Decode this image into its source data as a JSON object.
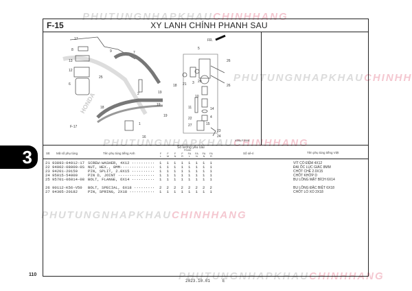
{
  "watermark": {
    "part1": "PHUTUNGNHAPKHAU",
    "part2": "CHINHHANG"
  },
  "header": {
    "figure": "F-15",
    "title": "XY LANH CHÍNH PHANH SAU"
  },
  "section_tab": "3",
  "diagram": {
    "front_label": "FR.",
    "ref_label": "F-17",
    "drawing_code": "X3SLF1500",
    "brand_text": "HONDA",
    "callouts": [
      "17",
      "8",
      "13",
      "12",
      "6",
      "25",
      "9",
      "7",
      "2",
      "19",
      "18",
      "16",
      "1",
      "5",
      "3",
      "20",
      "21",
      "26",
      "26",
      "10",
      "11",
      "14",
      "4",
      "22",
      "27",
      "15",
      "23",
      "24",
      "19",
      "19",
      "18"
    ]
  },
  "table": {
    "headers": {
      "no": "Stt",
      "part_no": "Mã số phụ tùng",
      "name_en": "Tên phụ tùng tiếng Anh",
      "qty": "Số lượng yêu cầu",
      "qty_model": "FS150",
      "serial": "Số sê-ri",
      "name_vn": "Tên phụ tùng tiếng Việt"
    },
    "variants": [
      [
        "F",
        "L"
      ],
      [
        "F",
        "M"
      ],
      [
        "F",
        "N"
      ],
      [
        "F",
        "R"
      ],
      [
        "FA",
        "L"
      ],
      [
        "FA",
        "N"
      ],
      [
        "FA",
        "N"
      ],
      [
        "FA",
        "R"
      ]
    ],
    "rows": [
      {
        "no": "21",
        "part": "93893-04012-17",
        "name": "SCREW-WASHER, 4X12 ··········",
        "qty": [
          "1",
          "1",
          "1",
          "1",
          "1",
          "1",
          "1",
          "1"
        ],
        "vn": "VÍT CÓ ĐỆM 4X12"
      },
      {
        "no": "22",
        "part": "94002-08000-0S",
        "name": "NUT, HEX., 8MM···············",
        "qty": [
          "1",
          "1",
          "1",
          "1",
          "1",
          "1",
          "1",
          "1"
        ],
        "vn": "ĐAI ỐC LỤC GIÁC 8MM"
      },
      {
        "no": "23",
        "part": "94201-20150",
        "name": "PIN, SPLIT, 2.0X15 ··········",
        "qty": [
          "1",
          "1",
          "1",
          "1",
          "1",
          "1",
          "1",
          "1"
        ],
        "vn": "CHỐT CHẺ 2.0X15"
      },
      {
        "no": "24",
        "part": "95015-54000",
        "name": "PIN D, JOINT ················",
        "qty": [
          "1",
          "1",
          "1",
          "1",
          "1",
          "1",
          "1",
          "1"
        ],
        "vn": "CHỐT KHỚP D"
      },
      {
        "no": "25",
        "part": "95701-06014-08",
        "name": "BOLT, FLANGE, 6X14 ··········",
        "qty": [
          "1",
          "1",
          "1",
          "1",
          "1",
          "1",
          "1",
          "1"
        ],
        "vn": "BU LÔNG MẶT BÍCH 6X14"
      },
      {
        "no": "26",
        "part": "90112-K56-V50",
        "name": "BOLT, SPECIAL, 6X18 ·········",
        "qty": [
          "2",
          "2",
          "2",
          "2",
          "2",
          "2",
          "2",
          "2"
        ],
        "vn": "BU LÔNG ĐẶC BIỆT 6X18"
      },
      {
        "no": "27",
        "part": "94305-20182",
        "name": "PIN, SPRING, 2X18 ···········",
        "qty": [
          "1",
          "1",
          "1",
          "1",
          "1",
          "1",
          "1",
          "1"
        ],
        "vn": "CHỐT LÒ XO 2X18"
      }
    ]
  },
  "footer": {
    "page": "110",
    "date": "2023.10.01",
    "edition": "E"
  }
}
